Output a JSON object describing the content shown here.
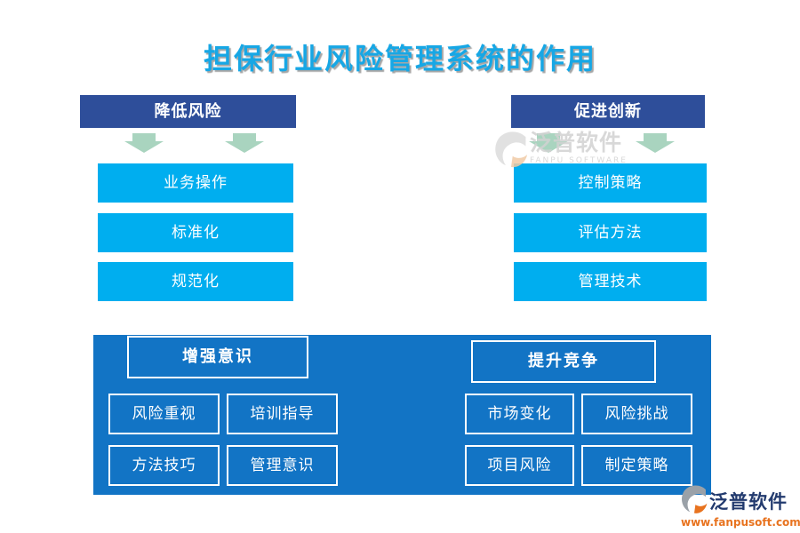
{
  "title": "担保行业风险管理系统的作用",
  "colors": {
    "title": "#17A7E5",
    "navy": "#2E4E9A",
    "cyan": "#00AEEF",
    "panel": "#1274C5",
    "arrow": "#A9D4BF",
    "watermark": "#D2D2D2",
    "logo_navy": "#223A6E",
    "logo_orange": "#E8731F"
  },
  "left_flow": {
    "header": "降低风险",
    "boxes": [
      "业务操作",
      "标准化",
      "规范化"
    ]
  },
  "right_flow": {
    "header": "促进创新",
    "boxes": [
      "控制策略",
      "评估方法",
      "管理技术"
    ]
  },
  "bottom_left": {
    "header": "增强意识",
    "boxes": [
      "风险重视",
      "培训指导",
      "方法技巧",
      "管理意识"
    ]
  },
  "bottom_right": {
    "header": "提升竞争",
    "boxes": [
      "市场变化",
      "风险挑战",
      "项目风险",
      "制定策略"
    ]
  },
  "watermark": {
    "name": "泛普软件",
    "sub": "FANPU SOFTWARE"
  },
  "footer_logo": {
    "name": "泛普软件",
    "url": "www.fanpusoft.com"
  }
}
